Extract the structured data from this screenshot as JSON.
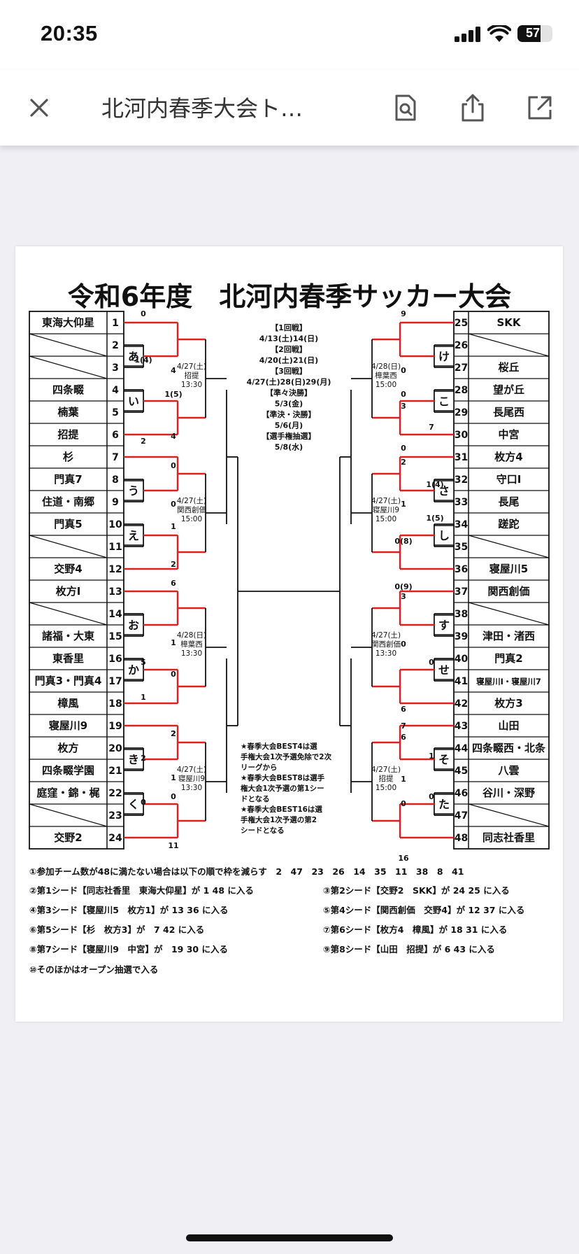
{
  "status_bar": {
    "time": "20:35",
    "battery": "57"
  },
  "toolbar": {
    "title": "北河内春季大会ト…"
  },
  "icons": {
    "close": "close-icon",
    "find": "find-in-page-icon",
    "share": "share-icon",
    "open_external": "open-external-icon"
  },
  "colors": {
    "bracket_red": "#e02020",
    "line": "#111111"
  },
  "document": {
    "title": "令和6年度　北河内春季サッカー大会",
    "left_teams": [
      {
        "n": "1",
        "name": "東海大仰星"
      },
      {
        "n": "2",
        "name": ""
      },
      {
        "n": "3",
        "name": ""
      },
      {
        "n": "4",
        "name": "四条畷"
      },
      {
        "n": "5",
        "name": "楠葉"
      },
      {
        "n": "6",
        "name": "招提"
      },
      {
        "n": "7",
        "name": "杉"
      },
      {
        "n": "8",
        "name": "門真7"
      },
      {
        "n": "9",
        "name": "住道・南郷"
      },
      {
        "n": "10",
        "name": "門真5"
      },
      {
        "n": "11",
        "name": ""
      },
      {
        "n": "12",
        "name": "交野4"
      },
      {
        "n": "13",
        "name": "枚方Ⅰ"
      },
      {
        "n": "14",
        "name": ""
      },
      {
        "n": "15",
        "name": "諸福・大東"
      },
      {
        "n": "16",
        "name": "東香里"
      },
      {
        "n": "17",
        "name": "門真3・門真4"
      },
      {
        "n": "18",
        "name": "樟風"
      },
      {
        "n": "19",
        "name": "寝屋川9"
      },
      {
        "n": "20",
        "name": "枚方"
      },
      {
        "n": "21",
        "name": "四条畷学園"
      },
      {
        "n": "22",
        "name": "庭窪・錦・梶"
      },
      {
        "n": "23",
        "name": ""
      },
      {
        "n": "24",
        "name": "交野2"
      }
    ],
    "right_teams": [
      {
        "n": "25",
        "name": "SKK"
      },
      {
        "n": "26",
        "name": ""
      },
      {
        "n": "27",
        "name": "桜丘"
      },
      {
        "n": "28",
        "name": "望が丘"
      },
      {
        "n": "29",
        "name": "長尾西"
      },
      {
        "n": "30",
        "name": "中宮"
      },
      {
        "n": "31",
        "name": "枚方4"
      },
      {
        "n": "32",
        "name": "守口Ⅰ"
      },
      {
        "n": "33",
        "name": "長尾"
      },
      {
        "n": "34",
        "name": "蹉跎"
      },
      {
        "n": "35",
        "name": ""
      },
      {
        "n": "36",
        "name": "寝屋川5"
      },
      {
        "n": "37",
        "name": "関西創価"
      },
      {
        "n": "38",
        "name": ""
      },
      {
        "n": "39",
        "name": "津田・渚西"
      },
      {
        "n": "40",
        "name": "門真2"
      },
      {
        "n": "41",
        "name": "寝屋川Ⅰ・寝屋川7"
      },
      {
        "n": "42",
        "name": "枚方3"
      },
      {
        "n": "43",
        "name": "山田"
      },
      {
        "n": "44",
        "name": "四条畷西・北条"
      },
      {
        "n": "45",
        "name": "八雲"
      },
      {
        "n": "46",
        "name": "谷川・深野"
      },
      {
        "n": "47",
        "name": ""
      },
      {
        "n": "48",
        "name": "同志社香里"
      }
    ],
    "left_match_labels": [
      "あ",
      "い",
      "う",
      "え",
      "お",
      "か",
      "き",
      "く"
    ],
    "right_match_labels": [
      "け",
      "こ",
      "さ",
      "し",
      "す",
      "せ",
      "そ",
      "た"
    ],
    "left_venues": [
      [
        "4/27(土)",
        "招提",
        "13:30"
      ],
      [
        "4/27(土)",
        "関西創価",
        "15:00"
      ],
      [
        "4/28(日)",
        "樟葉西",
        "13:30"
      ],
      [
        "4/27(土)",
        "寝屋川9",
        "13:30"
      ]
    ],
    "right_venues": [
      [
        "4/28(日)",
        "樟葉西",
        "15:00"
      ],
      [
        "4/27(土)",
        "寝屋川9",
        "15:00"
      ],
      [
        "4/27(土)",
        "関西創価",
        "13:30"
      ],
      [
        "4/27(土)",
        "招提",
        "15:00"
      ]
    ],
    "schedule": [
      "【1回戦】",
      "4/13(土)14(日)",
      "【2回戦】",
      "4/20(土)21(日)",
      "【3回戦】",
      "4/27(土)28(日)29(月)",
      "【準々決勝】",
      "5/3(金)",
      "【準決・決勝】",
      "5/6(月)",
      "【選手権抽選】",
      "5/8(水)"
    ],
    "notes": [
      "★春季大会BEST4は選",
      "手権大会1次予選免除で2次",
      "リーグから",
      "★春季大会BEST8は選手",
      "権大会1次予選の第1シー",
      "ドとなる",
      "★春季大会BEST16は選",
      "手権大会1次予選の第2",
      "シードとなる"
    ],
    "scores_left": [
      "0",
      "1(4)",
      "4",
      "1(5)",
      "4",
      "2",
      "0",
      "0",
      "1",
      "2",
      "6",
      "1",
      "5",
      "0",
      "1",
      "2",
      "2",
      "2",
      "1",
      "0",
      "0",
      "11"
    ],
    "scores_right": [
      "9",
      "0",
      "0",
      "3",
      "7",
      "0",
      "2",
      "1(4)",
      "1",
      "1(5)",
      "0(8)",
      "0(9)",
      "3",
      "0",
      "0",
      "6",
      "7",
      "6",
      "1",
      "1",
      "0",
      "0",
      "16"
    ],
    "rules": [
      "①参加チーム数が48に満たない場合は以下の順で枠を減らす　2　47　23　26　14　35　11　38　8　41",
      "②第1シード【同志社香里　東海大仰星】が 1 48 に入る",
      "③第2シード【交野2　SKK】が 24 25 に入る",
      "④第3シード【寝屋川5　枚方1】が 13 36 に入る",
      "⑤第4シード【関西創価　交野4】が 12 37 に入る",
      "⑥第5シード【杉　枚方3】が　7 42 に入る",
      "⑦第6シード【枚方4　樟風】が 18 31 に入る",
      "⑧第7シード【寝屋川9　中宮】が　19 30 に入る",
      "⑨第8シード【山田　招提】が 6 43 に入る",
      "⑩そのほかはオープン抽選で入る"
    ]
  }
}
